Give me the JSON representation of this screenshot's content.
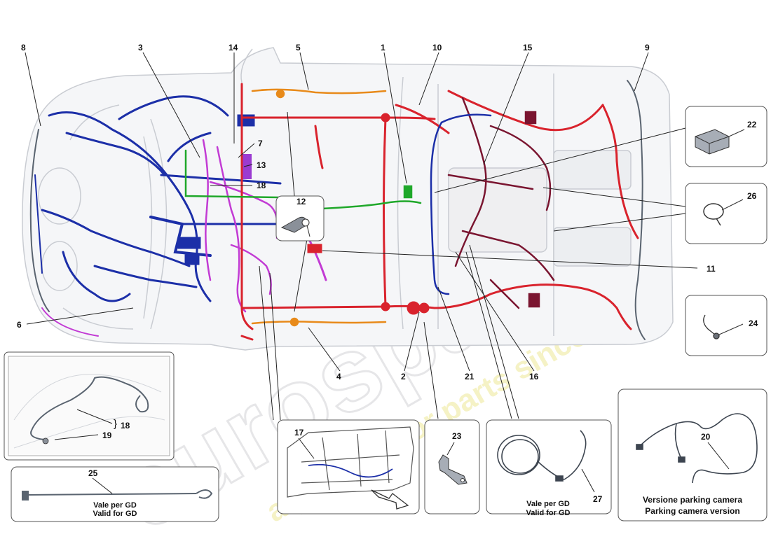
{
  "diagram": {
    "callouts": {
      "c1": "1",
      "c2": "2",
      "c3": "3",
      "c4": "4",
      "c5": "5",
      "c6": "6",
      "c7": "7",
      "c8": "8",
      "c9": "9",
      "c10": "10",
      "c11": "11",
      "c12": "12",
      "c13": "13",
      "c14": "14",
      "c15": "15",
      "c16": "16",
      "c17": "17",
      "c18": "18",
      "c18b": "18",
      "c19": "19",
      "c20": "20",
      "c21": "21",
      "c22": "22",
      "c23": "23",
      "c24": "24",
      "c25": "25",
      "c26": "26",
      "c27": "27"
    },
    "captions": {
      "gd_it_25": "Vale per GD",
      "gd_en_25": "Valid for GD",
      "gd_it_27": "Vale per GD",
      "gd_en_27": "Valid for GD",
      "camera_it": "Versione parking camera",
      "camera_en": "Parking camera version"
    },
    "watermark": {
      "brand": "eurospares",
      "tagline": "a passion for parts since 1985"
    },
    "colors": {
      "red_harness": "#d9232d",
      "dark_red_harness": "#7a1530",
      "blue_harness": "#1c2fa8",
      "magenta_harness": "#c23bd4",
      "orange_harness": "#e88a1a",
      "green_harness": "#1fa82a",
      "grey_harness": "#5a6470",
      "car_outline": "#c9ccd2",
      "watermark": "#e8e8e8",
      "watermark_yellow": "#f3f0b8"
    },
    "icons": [
      "clip-part-icon",
      "ring-clip-icon",
      "connector-part-icon",
      "bolt-connector-icon",
      "bracket-part-icon",
      "cable-coil-icon",
      "camera-cable-icon",
      "arrow-icon"
    ]
  }
}
